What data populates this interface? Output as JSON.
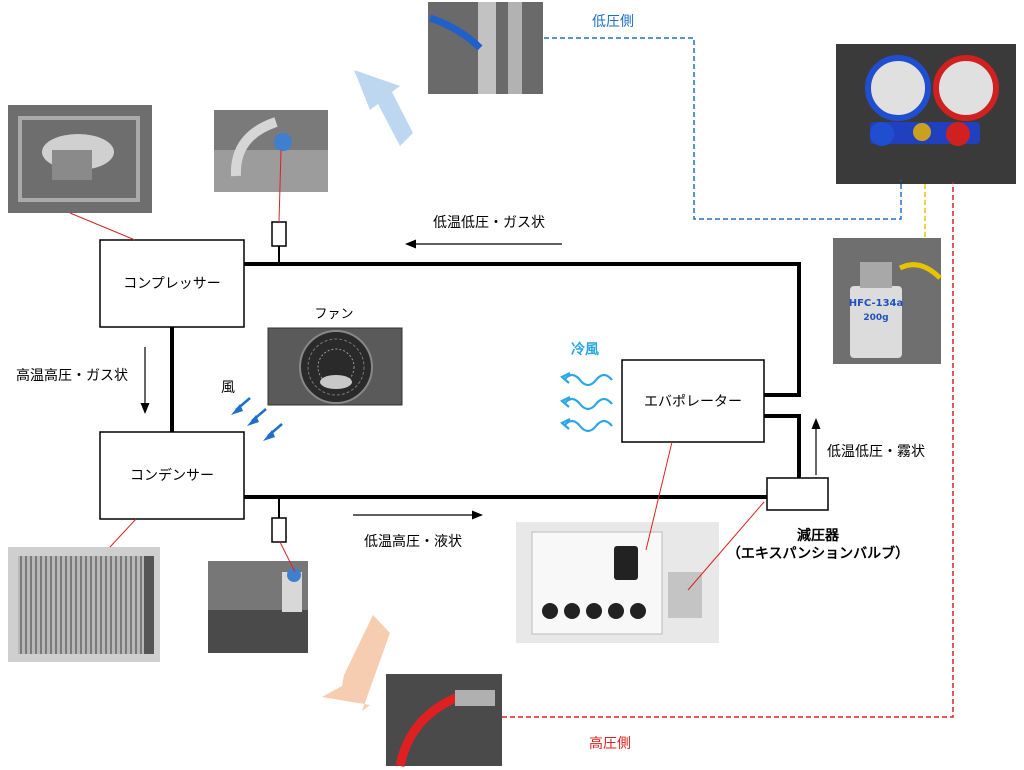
{
  "components": {
    "compressor": "コンプレッサー",
    "condenser": "コンデンサー",
    "evaporator": "エバポレーター",
    "valve_line1": "減圧器",
    "valve_line2": "（エキスパンションバルブ）"
  },
  "flow_labels": {
    "top": "低温低圧・ガス状",
    "left": "高温高圧・ガス状",
    "bottom": "低温高圧・液状",
    "right": "低温低圧・霧状"
  },
  "fan_label": "ファン",
  "wind_label": "風",
  "cold_air_label": "冷風",
  "low_side_label": "低圧側",
  "high_side_label": "高圧側",
  "refrigerant_can_text": "HFC-134a",
  "refrigerant_can_weight": "200g",
  "colors": {
    "low_side": "#1f6fc8",
    "high_side": "#e02020",
    "charge_hose": "#e8c400",
    "wind_arrow": "#1f6fc8",
    "cold_air": "#2aa6e8",
    "low_arrow_big": "#bcd7ef",
    "high_arrow_big": "#f6cdb1"
  }
}
